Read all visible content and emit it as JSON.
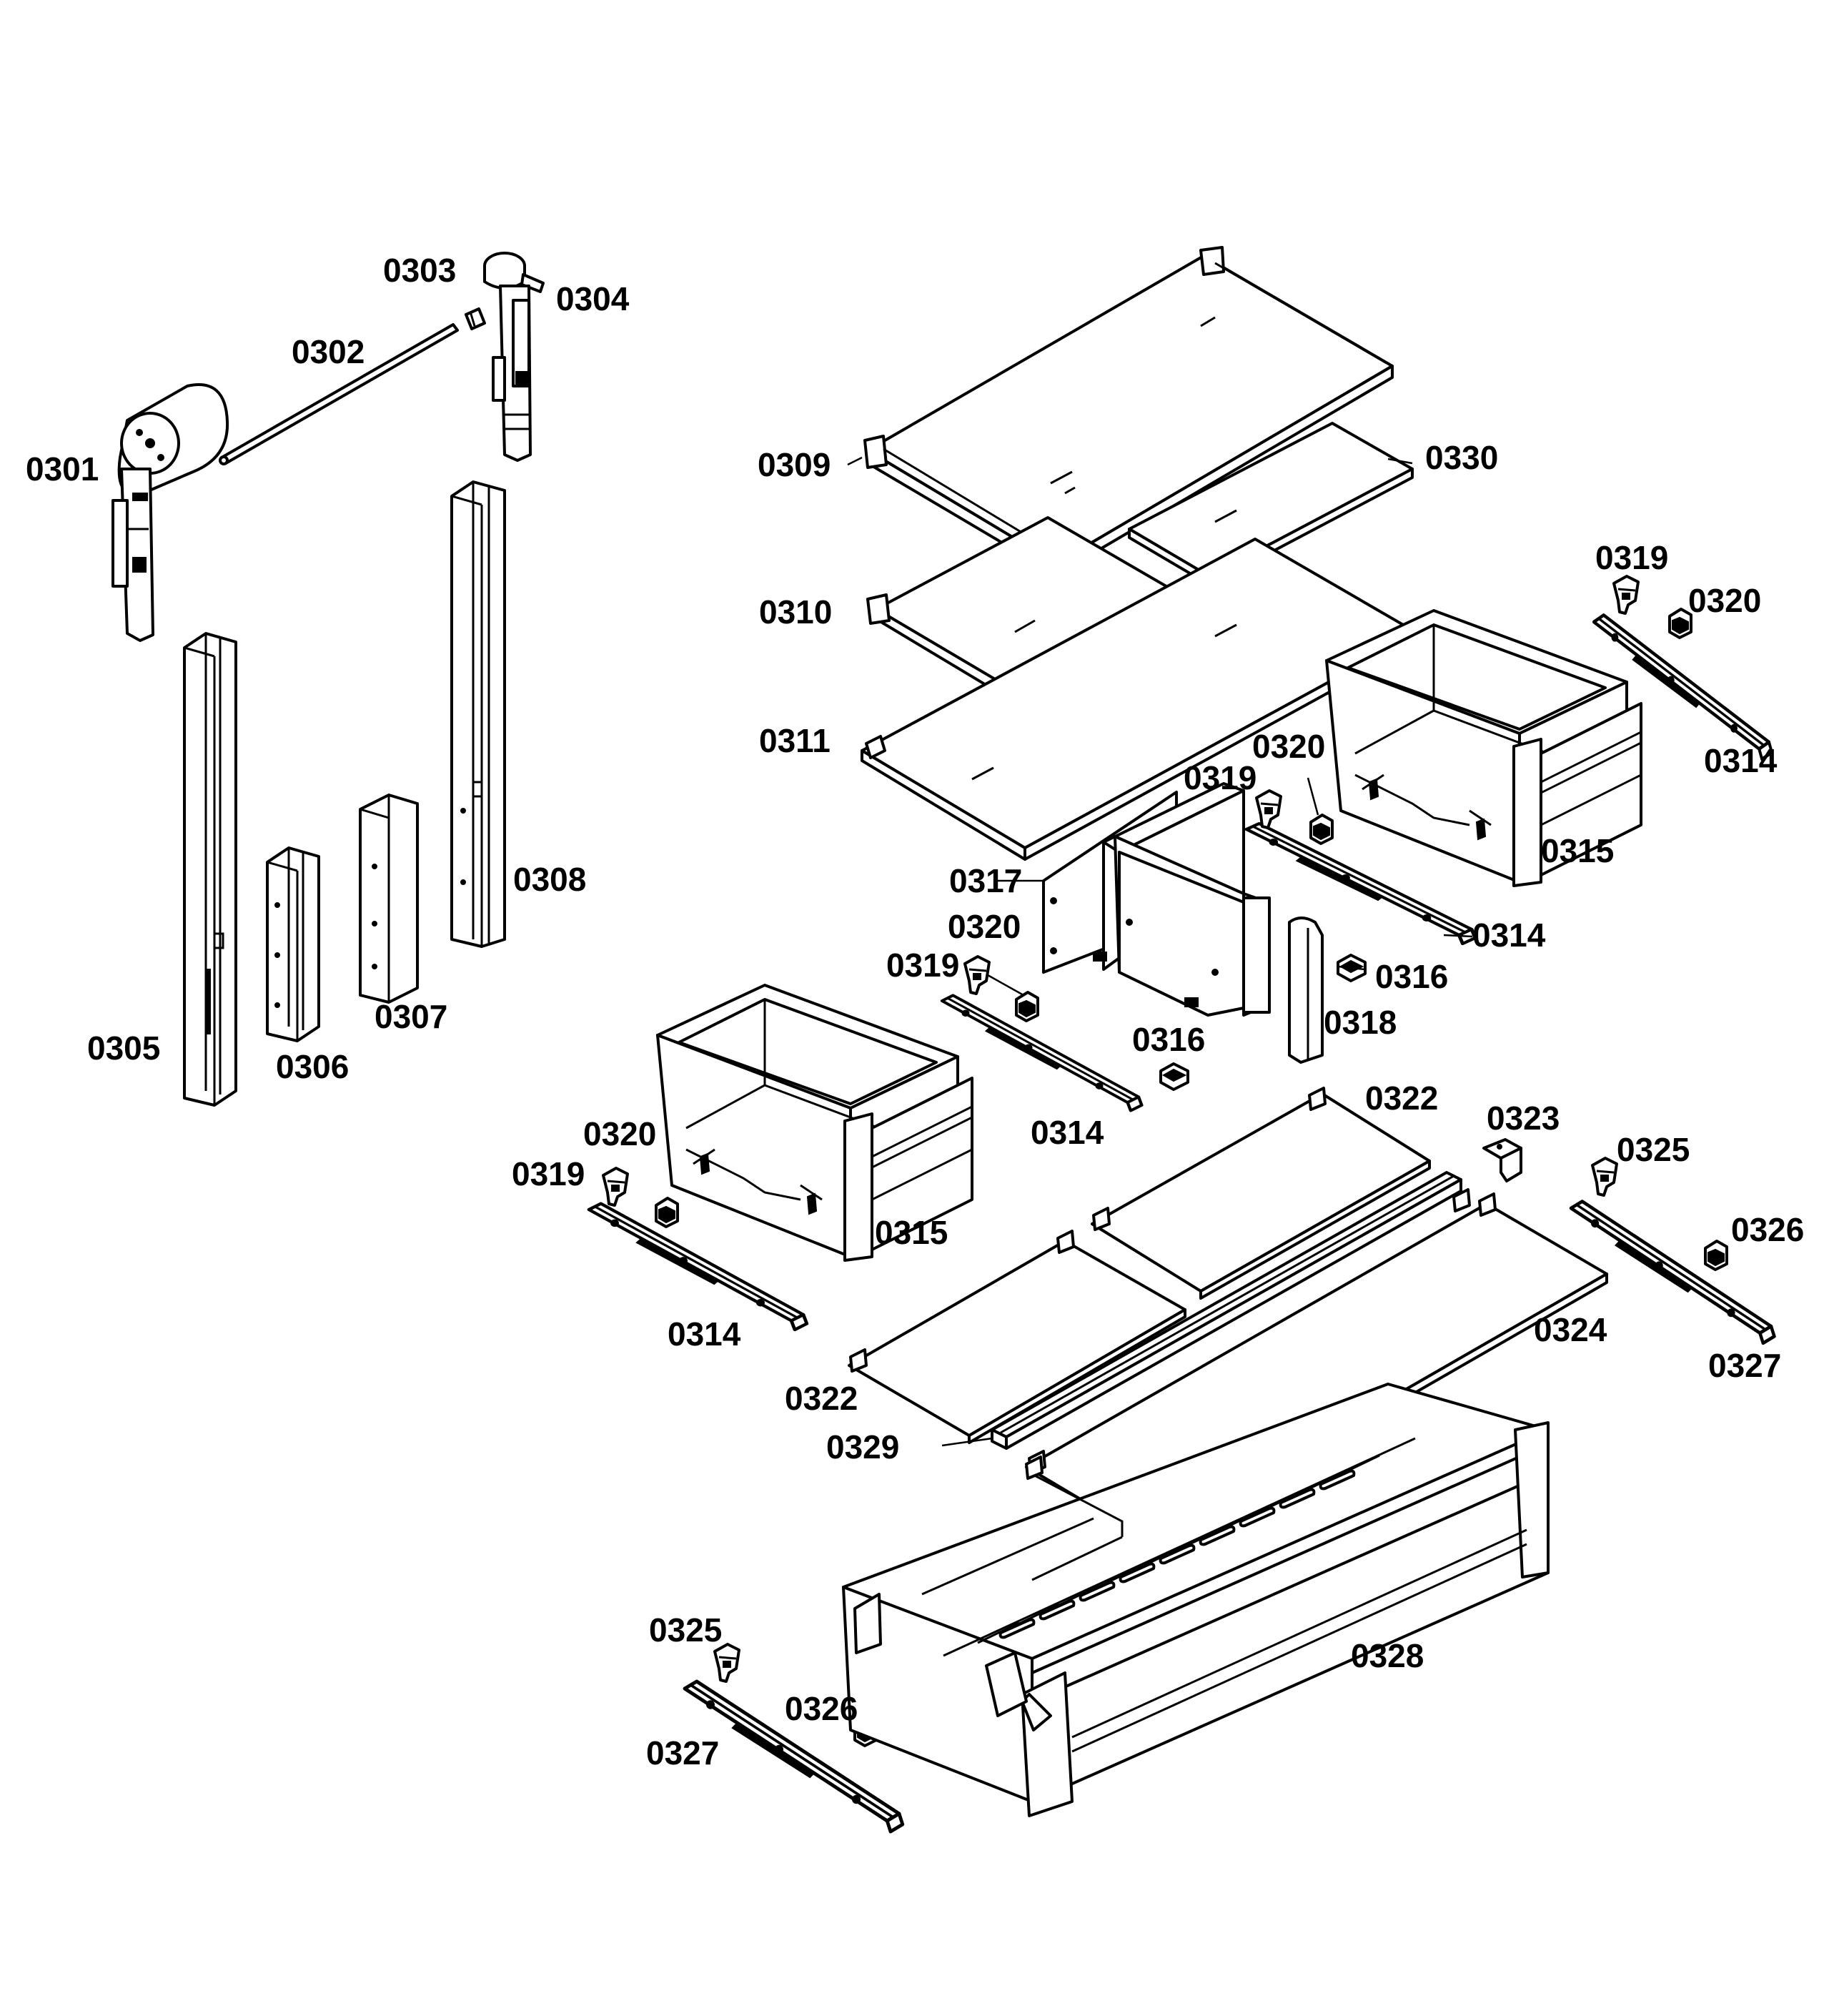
{
  "labels": [
    {
      "id": "p0301",
      "text": "0301"
    },
    {
      "id": "p0302",
      "text": "0302"
    },
    {
      "id": "p0303",
      "text": "0303"
    },
    {
      "id": "p0304",
      "text": "0304"
    },
    {
      "id": "p0305",
      "text": "0305"
    },
    {
      "id": "p0306",
      "text": "0306"
    },
    {
      "id": "p0307",
      "text": "0307"
    },
    {
      "id": "p0308",
      "text": "0308"
    },
    {
      "id": "p0309",
      "text": "0309"
    },
    {
      "id": "p0310",
      "text": "0310"
    },
    {
      "id": "p0311",
      "text": "0311"
    },
    {
      "id": "p0314a",
      "text": "0314"
    },
    {
      "id": "p0314b",
      "text": "0314"
    },
    {
      "id": "p0314c",
      "text": "0314"
    },
    {
      "id": "p0314d",
      "text": "0314"
    },
    {
      "id": "p0315a",
      "text": "0315"
    },
    {
      "id": "p0315b",
      "text": "0315"
    },
    {
      "id": "p0316a",
      "text": "0316"
    },
    {
      "id": "p0316b",
      "text": "0316"
    },
    {
      "id": "p0317",
      "text": "0317"
    },
    {
      "id": "p0318",
      "text": "0318"
    },
    {
      "id": "p0319a",
      "text": "0319"
    },
    {
      "id": "p0319b",
      "text": "0319"
    },
    {
      "id": "p0319c",
      "text": "0319"
    },
    {
      "id": "p0319d",
      "text": "0319"
    },
    {
      "id": "p0320a",
      "text": "0320"
    },
    {
      "id": "p0320b",
      "text": "0320"
    },
    {
      "id": "p0320c",
      "text": "0320"
    },
    {
      "id": "p0320d",
      "text": "0320"
    },
    {
      "id": "p0322a",
      "text": "0322"
    },
    {
      "id": "p0322b",
      "text": "0322"
    },
    {
      "id": "p0323",
      "text": "0323"
    },
    {
      "id": "p0324",
      "text": "0324"
    },
    {
      "id": "p0325a",
      "text": "0325"
    },
    {
      "id": "p0325b",
      "text": "0325"
    },
    {
      "id": "p0326a",
      "text": "0326"
    },
    {
      "id": "p0326b",
      "text": "0326"
    },
    {
      "id": "p0327a",
      "text": "0327"
    },
    {
      "id": "p0327b",
      "text": "0327"
    },
    {
      "id": "p0328",
      "text": "0328"
    },
    {
      "id": "p0329",
      "text": "0329"
    },
    {
      "id": "p0330",
      "text": "0330"
    }
  ]
}
